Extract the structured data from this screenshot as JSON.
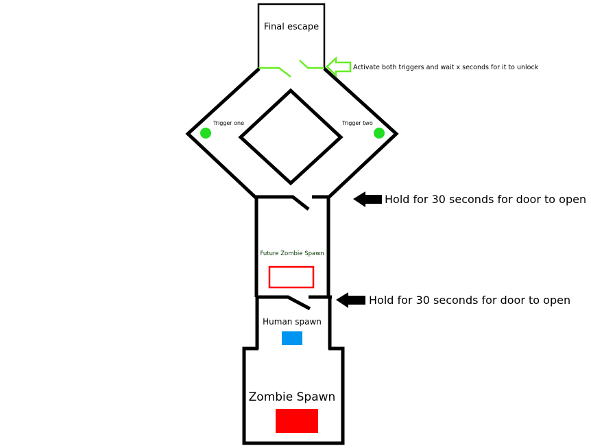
{
  "labels": {
    "final_escape": "Final escape",
    "activate_note": "Activate both triggers and wait x seconds for it to unlock",
    "trigger_one": "Trigger one",
    "trigger_two": "Trigger two",
    "hold_note_1": "Hold for 30 seconds for door to open",
    "hold_note_2": "Hold for 30 seconds for door to open",
    "future_zombie_spawn": "Future Zombie Spawn",
    "human_spawn": "Human spawn",
    "zombie_spawn": "Zombie Spawn"
  },
  "colors": {
    "wall": "#000000",
    "trigger": "#22dd22",
    "green_door": "#66ee22",
    "future_spawn": "#ff0000",
    "future_text": "#003300",
    "human_spawn": "#0095f0",
    "zombie_spawn": "#ff0000"
  }
}
